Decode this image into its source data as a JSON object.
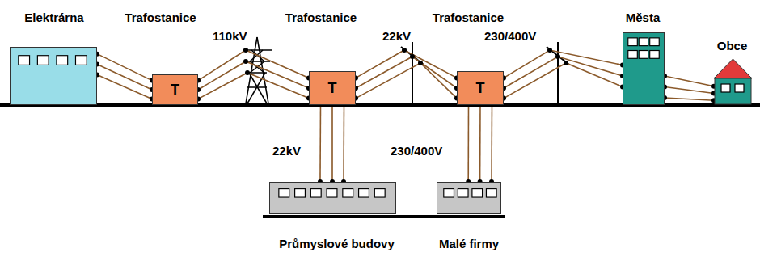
{
  "diagram": {
    "nodes": [
      {
        "text": [
          "Elektrárna"
        ]
      },
      {
        "text": [
          "Trafostanice",
          "T"
        ]
      },
      {
        "text": [
          "Trafostanice",
          "T"
        ]
      },
      {
        "text": [
          "Trafostanice",
          "T"
        ]
      },
      {
        "text": [
          "Města"
        ]
      },
      {
        "text": [
          "Obce"
        ]
      },
      {
        "text": [
          "Průmyslové budovy"
        ]
      },
      {
        "text": [
          "Malé firmy"
        ]
      }
    ],
    "edges": [
      {
        "from": 0,
        "to": 1,
        "arrow": "none"
      },
      {
        "from": 1,
        "to": 2,
        "label": "110kV",
        "arrow": "none"
      },
      {
        "from": 2,
        "to": 3,
        "label": "22kV",
        "arrow": "none"
      },
      {
        "from": 3,
        "to": 4,
        "label": "230/400V",
        "arrow": "none"
      },
      {
        "from": 4,
        "to": 5,
        "arrow": "none"
      },
      {
        "from": 2,
        "to": 6,
        "label": "22kV",
        "arrow": "none"
      },
      {
        "from": 3,
        "to": 7,
        "label": "230/400V",
        "arrow": "none"
      }
    ]
  }
}
